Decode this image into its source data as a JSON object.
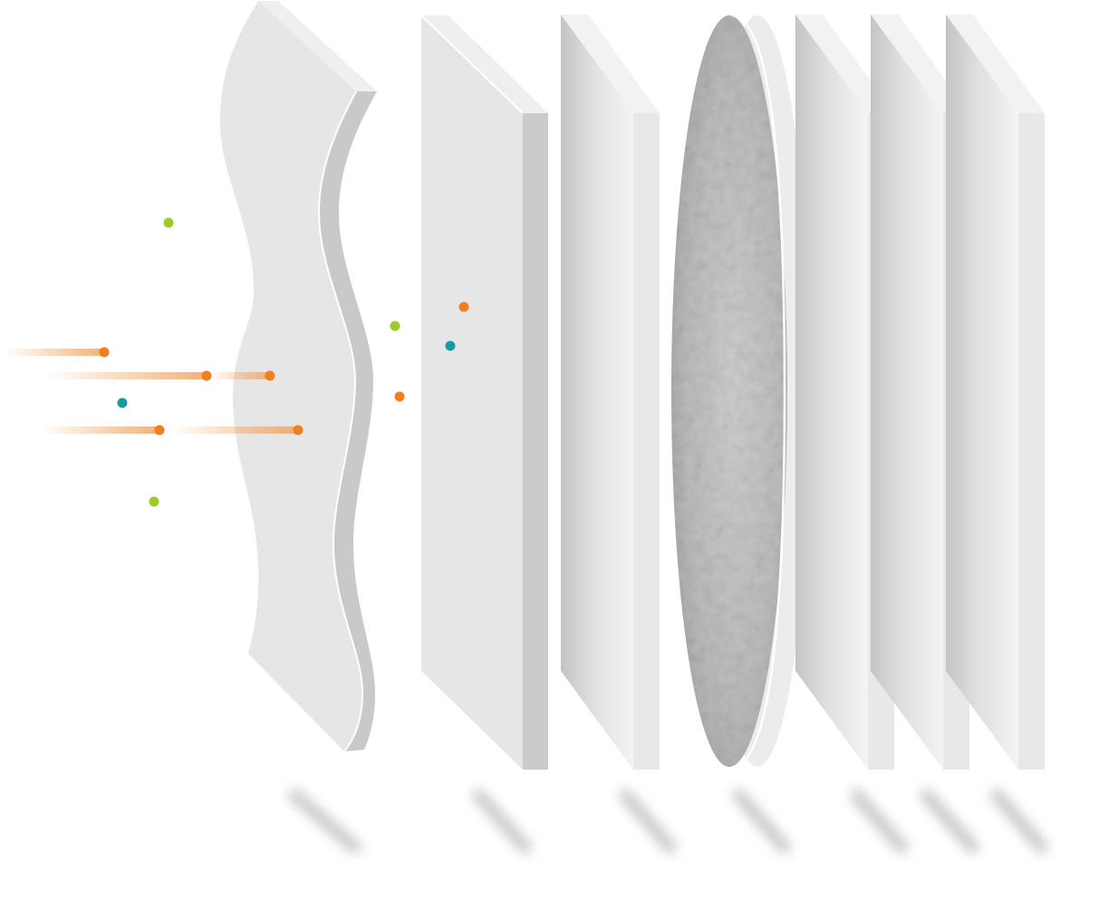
{
  "diagram": {
    "layers": [
      {
        "id": "wave-filter",
        "shape": "wavy-sheet"
      },
      {
        "id": "layer-2",
        "shape": "flat-panel"
      },
      {
        "id": "layer-3",
        "shape": "flat-panel"
      },
      {
        "id": "layer-4",
        "shape": "textured-disc"
      },
      {
        "id": "layer-5",
        "shape": "flat-panel"
      },
      {
        "id": "layer-6",
        "shape": "flat-panel"
      },
      {
        "id": "layer-7",
        "shape": "flat-panel"
      }
    ],
    "particle_colors": {
      "orange": "#f07f1e",
      "green": "#9bcc2a",
      "teal": "#1a9aa0"
    },
    "panel_colors": {
      "face": "#e6e6e6",
      "edge_light": "#f2f2f2",
      "edge_dark": "#c8c8c8",
      "disc": "#bdbdbd"
    }
  }
}
